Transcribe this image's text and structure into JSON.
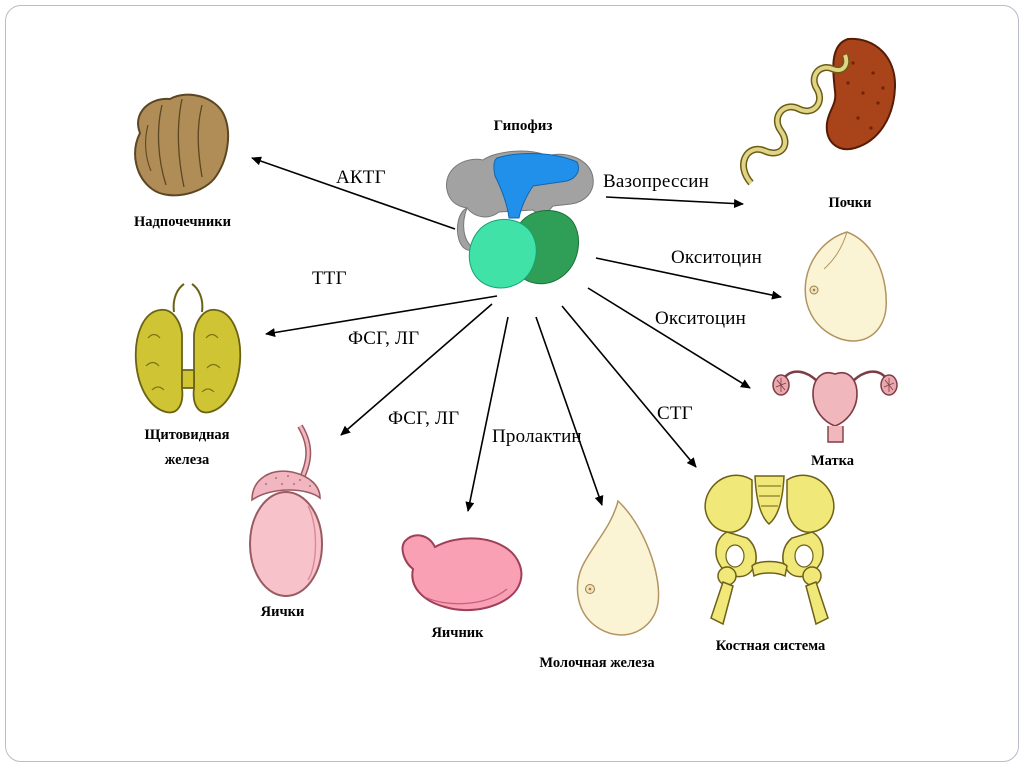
{
  "figure": {
    "center_label": "Гипофиз",
    "hormones": [
      {
        "label": "АКТГ",
        "target": "Надпочечники"
      },
      {
        "label": "ТТГ",
        "target": "Щитовидная железа"
      },
      {
        "label": "ФСГ, ЛГ",
        "target": "Яички"
      },
      {
        "label": "ФСГ, ЛГ",
        "target": "Яичник"
      },
      {
        "label": "Пролактин",
        "target": "Молочная железа"
      },
      {
        "label": "СТГ",
        "target": "Костная система"
      },
      {
        "label": "Окситоцин",
        "target": "Матка"
      },
      {
        "label": "Окситоцин",
        "target": "Молочная железа (правая)"
      },
      {
        "label": "Вазопрессин",
        "target": "Почки"
      }
    ],
    "organs": [
      {
        "label": "Надпочечники"
      },
      {
        "label_line1": "Щитовидная",
        "label_line2": "железа"
      },
      {
        "label": "Яички"
      },
      {
        "label": "Яичник"
      },
      {
        "label": "Молочная железа"
      },
      {
        "label": "Костная система"
      },
      {
        "label": "Матка"
      },
      {
        "label": "Почки"
      }
    ],
    "colors": {
      "arrow": "#000000",
      "pituitary_anterior": "#41e2a7",
      "pituitary_posterior": "#2f9e56",
      "infundibulum": "#2090ea",
      "hypothalamus_gray": "#a2a2a2",
      "adrenal": "#b08d57",
      "kidney": "#a8431a",
      "thyroid": "#cfc433",
      "testis": "#f7c2ca",
      "ovary": "#f9a0b4",
      "breast": "#fbf4d4",
      "uterus": "#f0b8bc",
      "bone": "#f0e878"
    }
  }
}
